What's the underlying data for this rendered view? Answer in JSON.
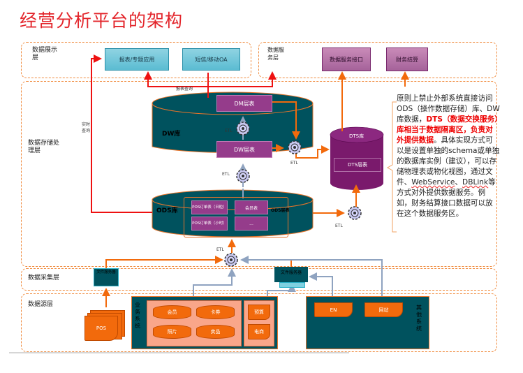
{
  "title": "经营分析平台的架构",
  "layers": {
    "display": "数据展示层",
    "service": "数据服务层",
    "storage": "数据存储处理层",
    "collect": "数据采集层",
    "source": "数据源层"
  },
  "display_boxes": [
    "报表/专题应用",
    "短信/移动OA"
  ],
  "service_boxes": [
    "数据服务接口",
    "财务结算"
  ],
  "labels": {
    "report_query": "报表查询",
    "realtime_query": "实时查询",
    "etl": "ETL"
  },
  "dw": {
    "name": "DW库",
    "dm_table": "DM层表",
    "dw_table": "DW层表"
  },
  "ods": {
    "name": "ODS库",
    "layer_label": "ODS层表",
    "tables": [
      "POS订单表（日粒）",
      "会员表",
      "POS订单表（小时）",
      "..."
    ]
  },
  "dts": {
    "name": "DTS库",
    "table": "DTS层表"
  },
  "collector": [
    "文件服务器",
    "文件服务器"
  ],
  "sources": {
    "pos": "POS",
    "business_label": "业务系统",
    "business_dbs": [
      "会员",
      "卡券",
      "照片",
      "卖品"
    ],
    "business_docs": [
      "预算",
      "电商"
    ],
    "other_label": "其他系统",
    "other_docs": [
      "EN",
      "网站"
    ]
  },
  "note": {
    "p1": "原则上禁止外部系统直接访问ODS（操作数据存储）库、DW库数据，",
    "highlight": "DTS（数据交换服务）库相当于数据隔离区，负责对外提供数据",
    "p2": "。具体实现方式可以是设置单独的schema或单独的数据库实例（建议），可以存储物理表或物化视图，通过文件、",
    "ws": "WebService",
    "sep": "、",
    "dblink": "DBLink",
    "p3": "等方式对外提供数据服务。例如，财务结算接口数据可以放在这个数据服务区。"
  },
  "colors": {
    "title": "#e3262c",
    "zone_border": "#f08a3c",
    "teal": "#00525e",
    "magenta": "#953c8b",
    "orange": "#f26a0c",
    "red_line": "#ee1111",
    "blue_line": "#8fa3c0"
  }
}
